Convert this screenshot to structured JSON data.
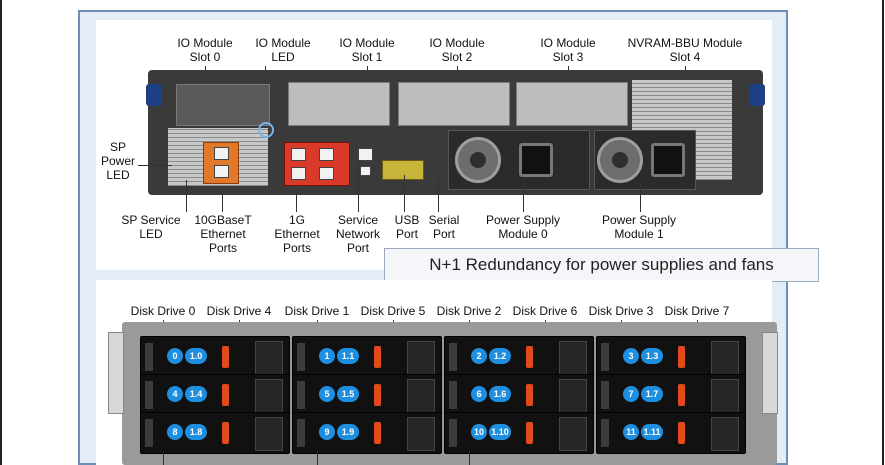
{
  "rear_labels": {
    "io0": "IO Module\nSlot 0",
    "io_led": "IO Module\nLED",
    "io1": "IO Module\nSlot 1",
    "io2": "IO Module\nSlot 2",
    "io3": "IO Module\nSlot 3",
    "nvram": "NVRAM-BBU Module\nSlot 4",
    "sp_power_led": "SP\nPower\nLED",
    "sp_service_led": "SP Service\nLED",
    "eth10g": "10GBaseT\nEthernet\nPorts",
    "eth1g": "1G\nEthernet\nPorts",
    "service_port": "Service\nNetwork\nPort",
    "usb": "USB\nPort",
    "serial": "Serial\nPort",
    "psu0": "Power Supply\nModule 0",
    "psu1": "Power Supply\nModule 1"
  },
  "callout": "N+1 Redundancy for power supplies and fans",
  "disk_labels": [
    "Disk Drive 0",
    "Disk Drive 4",
    "Disk Drive 1",
    "Disk Drive 5",
    "Disk Drive 2",
    "Disk Drive 6",
    "Disk Drive 3",
    "Disk Drive 7"
  ],
  "drive_badges": [
    [
      [
        "0",
        "1.0"
      ],
      [
        "1",
        "1.1"
      ],
      [
        "2",
        "1.2"
      ],
      [
        "3",
        "1.3"
      ]
    ],
    [
      [
        "4",
        "1.4"
      ],
      [
        "5",
        "1.5"
      ],
      [
        "6",
        "1.6"
      ],
      [
        "7",
        "1.7"
      ]
    ],
    [
      [
        "8",
        "1.8"
      ],
      [
        "9",
        "1.9"
      ],
      [
        "10",
        "1.10"
      ],
      [
        "11",
        "1.11"
      ]
    ]
  ],
  "colors": {
    "panel_border": "#6c8fb5",
    "panel_bg": "#e4ecf5",
    "led_blue": "#1e8fe0",
    "latch_orange": "#e14a1a",
    "port_10g": "#e2792a",
    "port_1g": "#d93a2a",
    "handle_blue": "#1d3f86"
  }
}
